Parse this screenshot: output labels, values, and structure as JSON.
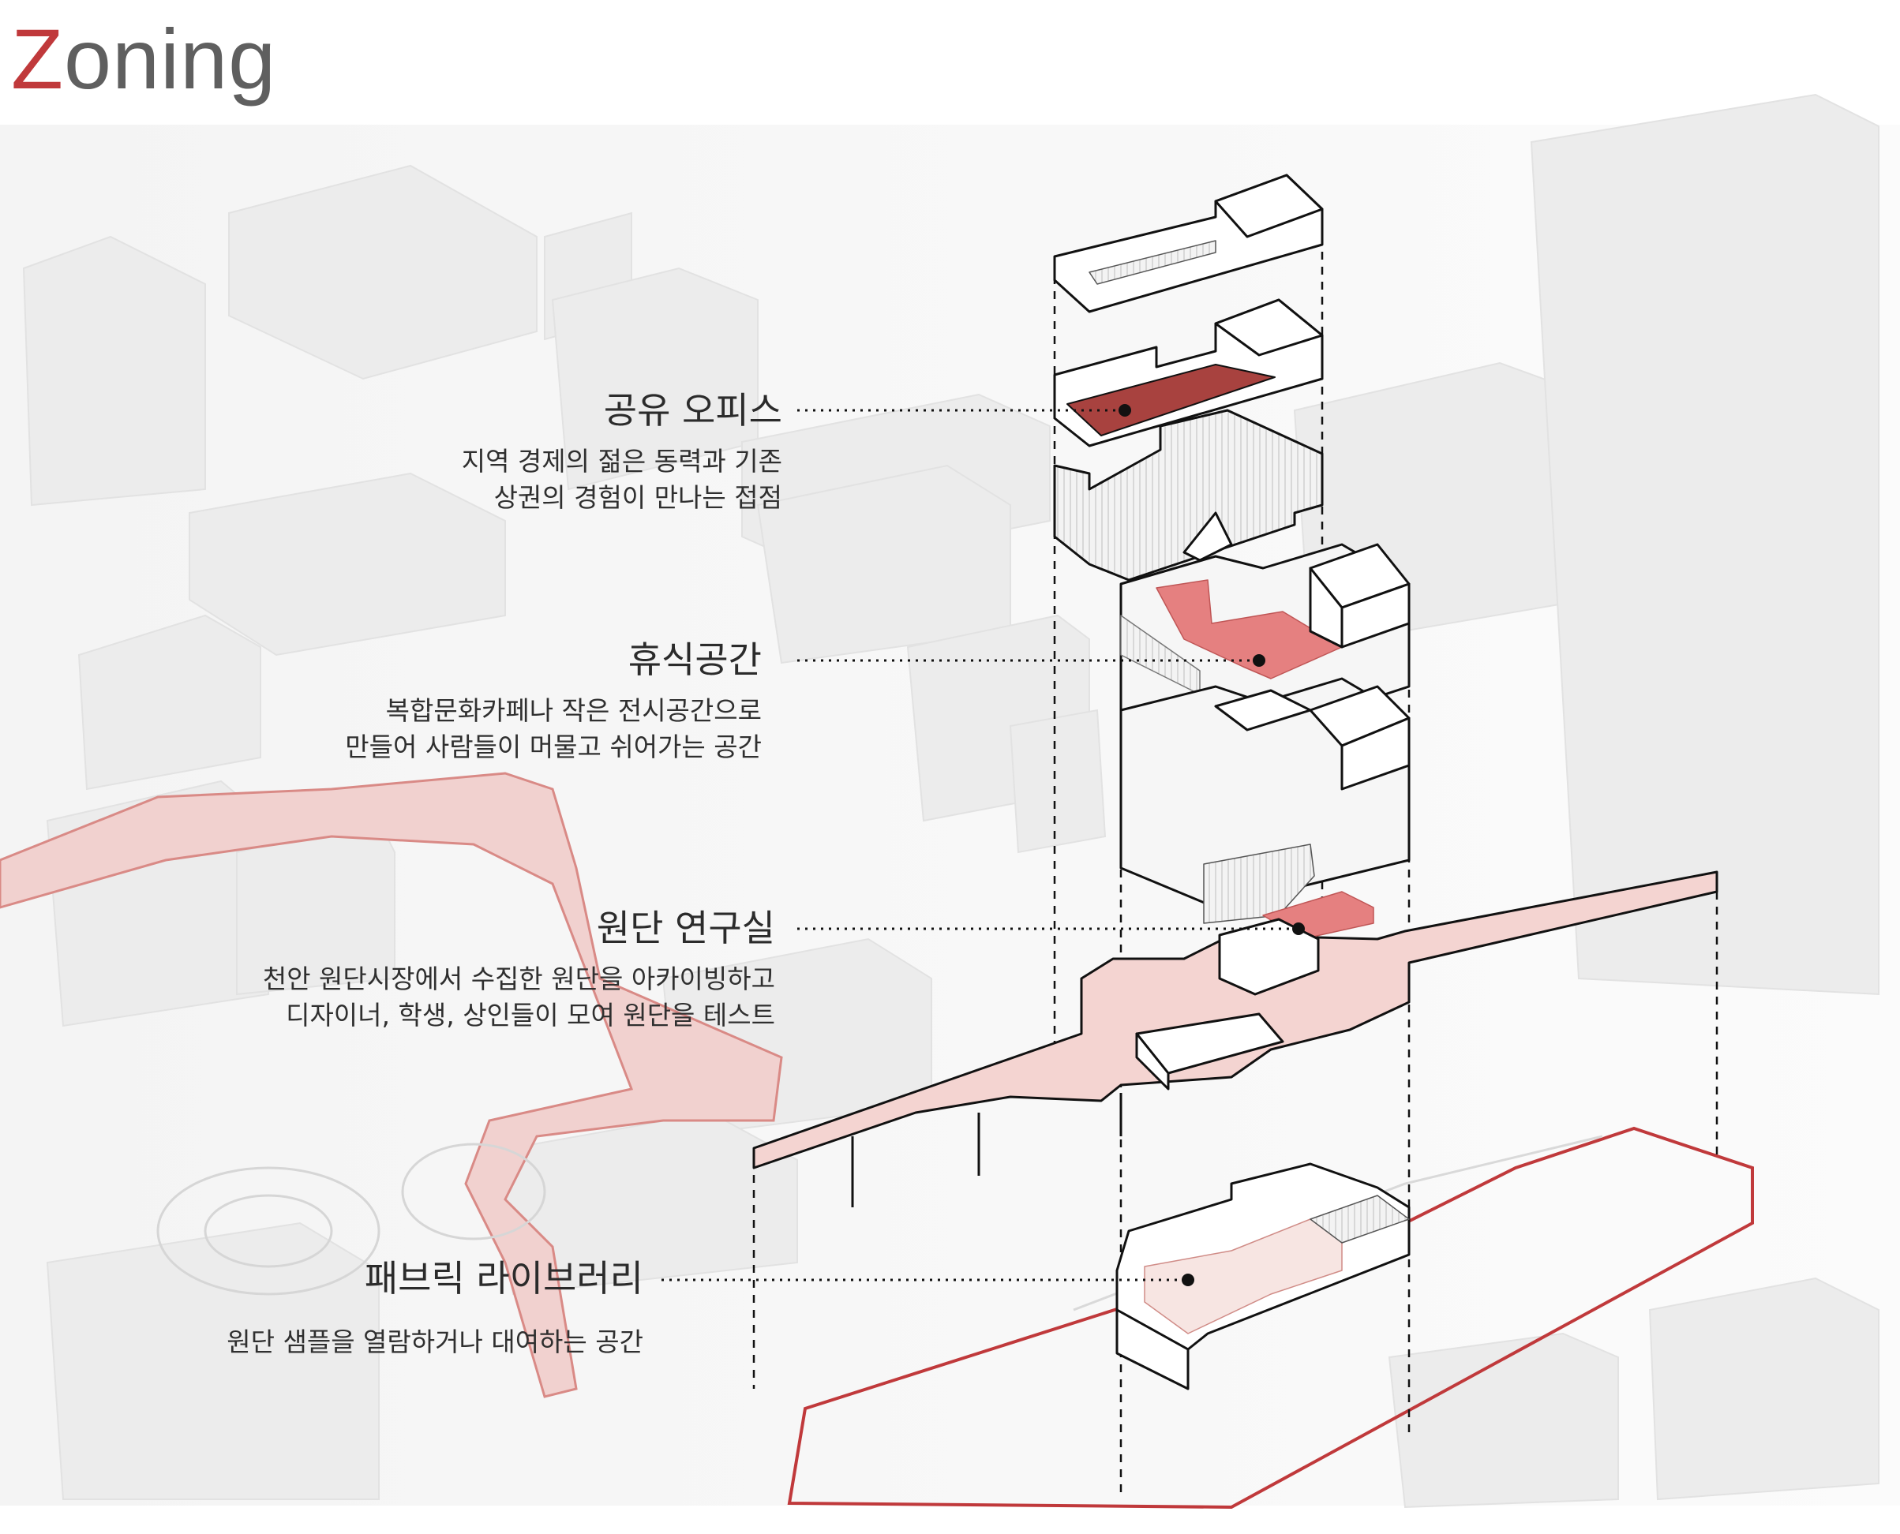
{
  "title": {
    "first_letter": "Z",
    "rest": "oning"
  },
  "colors": {
    "accent": "#c0393b",
    "zone_fill": "#a8423f",
    "zone_light": "#e58080",
    "bridge_pink": "#f1c9c6",
    "line": "#111111",
    "context": "#ececec"
  },
  "zones": [
    {
      "id": "office",
      "name": "공유 오피스",
      "description_lines": [
        "지역 경제의 젊은 동력과 기존",
        "상권의 경험이 만나는 접점"
      ]
    },
    {
      "id": "rest",
      "name": "휴식공간",
      "description_lines": [
        "복합문화카페나 작은 전시공간으로",
        "만들어 사람들이 머물고 쉬어가는 공간"
      ]
    },
    {
      "id": "lab",
      "name": "원단 연구실",
      "description_lines": [
        "천안 원단시장에서 수집한 원단을 아카이빙하고",
        "디자이너, 학생, 상인들이 모여 원단을 테스트"
      ]
    },
    {
      "id": "library",
      "name": "패브릭 라이브러리",
      "description_lines": [
        "원단 샘플을 열람하거나 대여하는 공간"
      ]
    }
  ]
}
